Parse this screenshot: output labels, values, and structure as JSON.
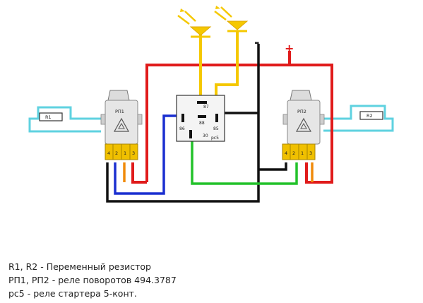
{
  "relays": {
    "left_label": "РП1",
    "right_label": "РП2",
    "pins": [
      "4",
      "2",
      "1",
      "3"
    ]
  },
  "resistors": {
    "left_label": "R1",
    "right_label": "R2"
  },
  "starter_relay": {
    "label": "рс5",
    "pins": {
      "p87": "87",
      "p88": "88",
      "p86": "86",
      "p85": "85",
      "p30": "30"
    }
  },
  "power": {
    "minus": "-",
    "plus": "+"
  },
  "legend": {
    "line1_key": "R1, R2",
    "line1_text": " - Переменный резистор",
    "line2_key": "РП1, РП2",
    "line2_text": " - реле поворотов 494.3787",
    "line3_key": "рс5",
    "line3_text": " - реле стартера 5-конт."
  },
  "colors": {
    "red": "#e01b1b",
    "black": "#111111",
    "yellow": "#f5c800",
    "blue": "#1a2fd0",
    "green": "#22c22a",
    "orange": "#f08a0a",
    "cyan": "#5fd2e0"
  }
}
